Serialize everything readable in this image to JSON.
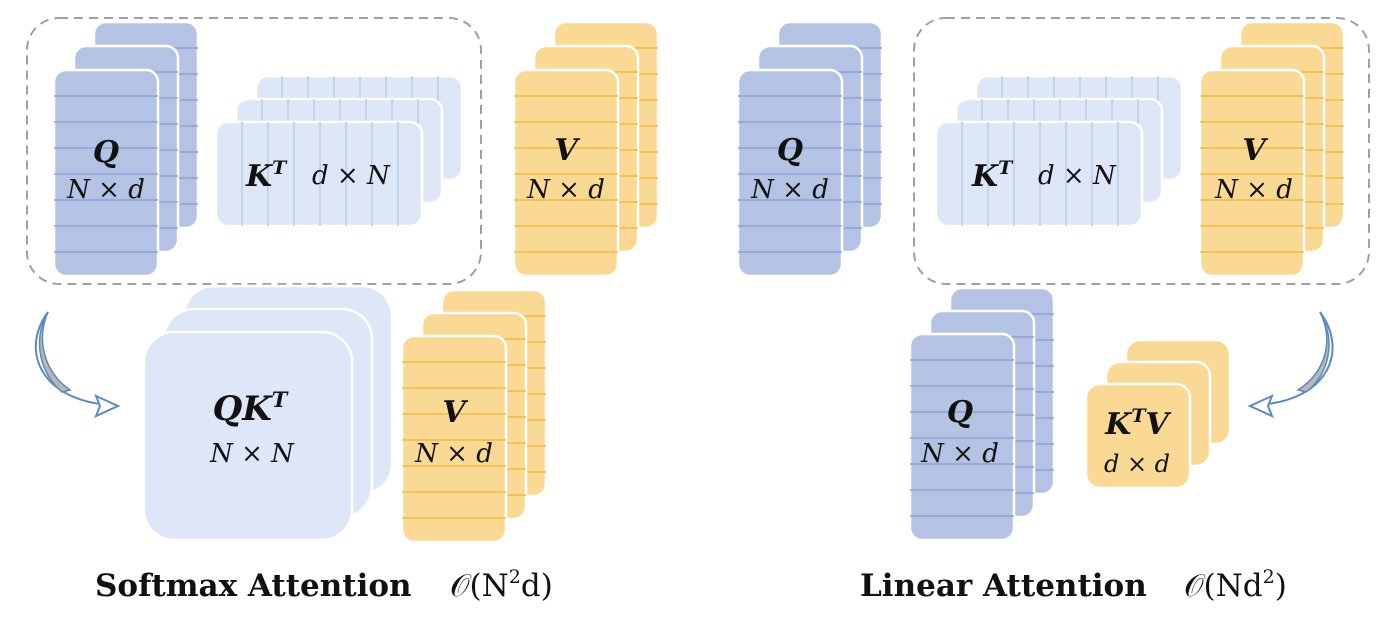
{
  "colors": {
    "q_fill": "#b4c3e3",
    "q_line": "#8aa3d6",
    "k_fill": "#dde7f7",
    "k_line": "#b9cfea",
    "v_fill": "#f9d994",
    "v_line": "#efbb45",
    "qk_fill": "#dde7f7",
    "box_border": "#a0a0a0",
    "arrow_stroke": "#5b8bbd",
    "arrow_shade": "#b8b8b8"
  },
  "softmax": {
    "q_name": "Q",
    "q_dim": "N × d",
    "k_name": "K",
    "k_sup": "T",
    "k_dim": "d × N",
    "v_name": "V",
    "v_dim": "N × d",
    "qk_name": "QK",
    "qk_sup": "T",
    "qk_dim": "N × N",
    "v2_name": "V",
    "v2_dim": "N × d",
    "caption_title": "Softmax Attention",
    "complexity_prefix": "𝒪(N",
    "complexity_sup": "2",
    "complexity_suffix": "d)"
  },
  "linear": {
    "q_name": "Q",
    "q_dim": "N × d",
    "k_name": "K",
    "k_sup": "T",
    "k_dim": "d × N",
    "v_name": "V",
    "v_dim": "N × d",
    "q2_name": "Q",
    "q2_dim": "N × d",
    "kv_name_k": "K",
    "kv_sup": "T",
    "kv_name_v": "V",
    "kv_dim": "d × d",
    "caption_title": "Linear Attention",
    "complexity_prefix": "𝒪(Nd",
    "complexity_sup": "2",
    "complexity_suffix": ")"
  }
}
